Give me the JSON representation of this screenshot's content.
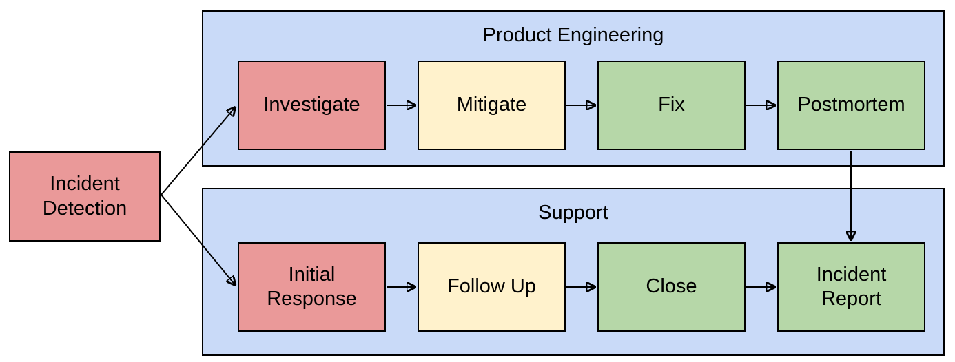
{
  "diagram": {
    "type": "flowchart",
    "stroke_color": "#000000",
    "lane_fill": "#c9daf8",
    "node_colors": {
      "red": "#ea9999",
      "yellow": "#fff2cc",
      "green": "#b6d7a8"
    },
    "start_node": {
      "id": "incident-detection",
      "label": "Incident\nDetection",
      "color": "#ea9999"
    },
    "lanes": [
      {
        "title": "Product Engineering",
        "fill": "#c9daf8",
        "nodes": [
          {
            "id": "investigate",
            "label": "Investigate",
            "color": "#ea9999"
          },
          {
            "id": "mitigate",
            "label": "Mitigate",
            "color": "#fff2cc"
          },
          {
            "id": "fix",
            "label": "Fix",
            "color": "#b6d7a8"
          },
          {
            "id": "postmortem",
            "label": "Postmortem",
            "color": "#b6d7a8"
          }
        ]
      },
      {
        "title": "Support",
        "fill": "#c9daf8",
        "nodes": [
          {
            "id": "initial-response",
            "label": "Initial\nResponse",
            "color": "#ea9999"
          },
          {
            "id": "follow-up",
            "label": "Follow Up",
            "color": "#fff2cc"
          },
          {
            "id": "close",
            "label": "Close",
            "color": "#b6d7a8"
          },
          {
            "id": "incident-report",
            "label": "Incident\nReport",
            "color": "#b6d7a8"
          }
        ]
      }
    ],
    "edges": [
      {
        "from": "Incident Detection",
        "to": "Investigate"
      },
      {
        "from": "Incident Detection",
        "to": "Initial Response"
      },
      {
        "from": "Investigate",
        "to": "Mitigate"
      },
      {
        "from": "Mitigate",
        "to": "Fix"
      },
      {
        "from": "Fix",
        "to": "Postmortem"
      },
      {
        "from": "Postmortem",
        "to": "Incident Report"
      },
      {
        "from": "Initial Response",
        "to": "Follow Up"
      },
      {
        "from": "Follow Up",
        "to": "Close"
      },
      {
        "from": "Close",
        "to": "Incident Report"
      }
    ]
  }
}
